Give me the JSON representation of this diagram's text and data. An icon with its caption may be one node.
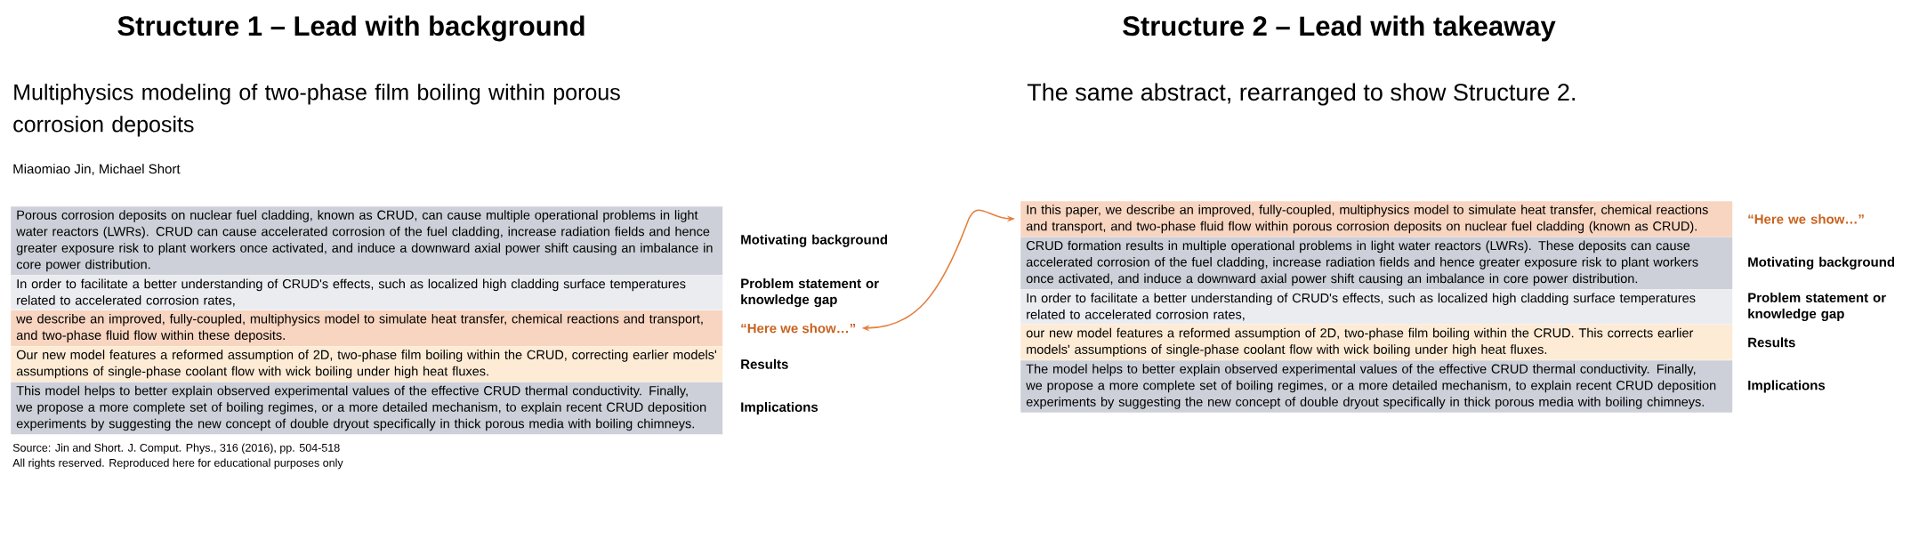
{
  "diagram": {
    "nodes": [
      {
        "text": [
          "Porous corrosion deposits on nuclear fuel cladding, known as CRUD, can cause multiple operational problems in light water reactors (LWRs). CRUD can cause accelerated corrosion of the fuel cladding, increase radiation fields and hence greater exposure risk to plant workers once activated, and induce a downward axial power shift causing an imbalance in core power distribution."
        ]
      },
      {
        "text": [
          "In order to facilitate a better understanding of CRUD's effects, such as localized high cladding surface temperatures related to accelerated corrosion rates,"
        ]
      },
      {
        "text": [
          "we describe an improved, fully-coupled, multiphysics model to simulate heat transfer, chemical reactions and transport, and two-phase fluid flow within these deposits."
        ]
      },
      {
        "text": [
          "Our new model features a reformed assumption of 2D, two-phase film boiling within the CRUD, correcting earlier models' assumptions of single-phase coolant flow with wick boiling under high heat fluxes."
        ]
      },
      {
        "text": [
          "This model helps to better explain observed experimental values of the effective CRUD thermal conductivity. Finally, we propose a more complete set of boiling regimes, or a more detailed mechanism, to explain recent CRUD deposition experiments by suggesting the new concept of double dryout specifically in thick porous media with boiling chimneys."
        ]
      },
      {
        "text": [
          "“Here we show…”"
        ]
      },
      {
        "text": [
          "In this paper, we describe an improved, fully-coupled, multiphysics model to simulate heat transfer, chemical reactions and transport, and two-phase fluid flow within porous corrosion deposits on nuclear fuel cladding (known as CRUD)."
        ]
      },
      {
        "text": [
          "CRUD formation results in multiple operational problems in light water reactors (LWRs). These deposits can cause accelerated corrosion of the fuel cladding, increase radiation fields and hence greater exposure risk to plant workers once activated, and induce a downward axial power shift causing an imbalance in core power distribution."
        ]
      },
      {
        "text": [
          "In order to facilitate a better understanding of CRUD's effects, such as localized high cladding surface temperatures related to accelerated corrosion rates,"
        ]
      },
      {
        "text": [
          "our new model features a reformed assumption of 2D, two-phase film boiling within the CRUD. This corrects earlier models' assumptions of single-phase coolant flow with wick boiling under high heat fluxes."
        ]
      },
      {
        "text": [
          "The model helps to better explain observed experimental values of the effective CRUD thermal conductivity. Finally, we propose a more complete set of boiling regimes, or a more detailed mechanism, to explain recent CRUD deposition experiments by suggesting the new concept of double dryout specifically in thick porous media with boiling chimneys."
        ]
      }
    ],
    "edges": [
      {
        "from": 5,
        "to": 6,
        "arrow": "both"
      }
    ],
    "labels": [
      "Structure 1 – Lead with background",
      "Multiphysics modeling of two-phase film boiling within porous corrosion deposits",
      "Miaomiao Jin, Michael Short",
      "Motivating background",
      "Problem statement or knowledge gap",
      "Results",
      "Implications",
      "Source: Jin and Short. J. Comput. Phys., 316 (2016), pp. 504-518",
      "All rights reserved. Reproduced here for educational purposes only",
      "Structure 2 – Lead with takeaway",
      "The same abstract, rearranged to show Structure 2.",
      "“Here we show…”",
      "Motivating background",
      "Problem statement or knowledge gap",
      "Results",
      "Implications"
    ]
  }
}
